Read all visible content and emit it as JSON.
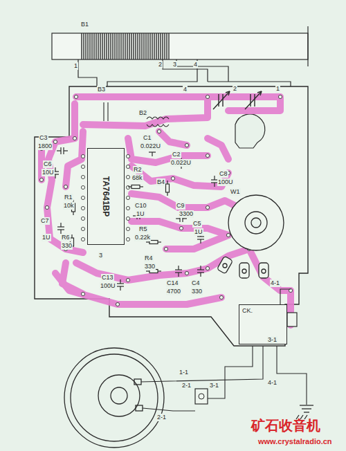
{
  "diagram": {
    "nodes": [
      {
        "text": [
          "TA7641BP"
        ]
      },
      {
        "text": [
          "CK."
        ]
      }
    ],
    "labels": [
      "B1",
      "1",
      "2",
      "3",
      "4",
      "4",
      "2",
      "1",
      "B3",
      "B2",
      "C3",
      "1800",
      "C6",
      "10U",
      "C7",
      "1U",
      "R1",
      "10k",
      "R6",
      "330",
      "R2",
      "68k",
      "C1",
      "0.022U",
      "C2",
      "0.022U",
      "B4",
      "C8",
      "100U",
      "C10",
      "1U",
      "R5",
      "0.22k",
      "C9",
      "3300",
      "C5",
      "1U",
      "C13",
      "100U",
      "R4",
      "330",
      "C14",
      "4700",
      "C4",
      "330",
      "W1",
      "4-1",
      "3-1",
      "1-1",
      "2-1",
      "2-1",
      "3-1",
      "4-1",
      "3",
      "矿石收音机",
      "www.crystalradio.cn"
    ]
  }
}
